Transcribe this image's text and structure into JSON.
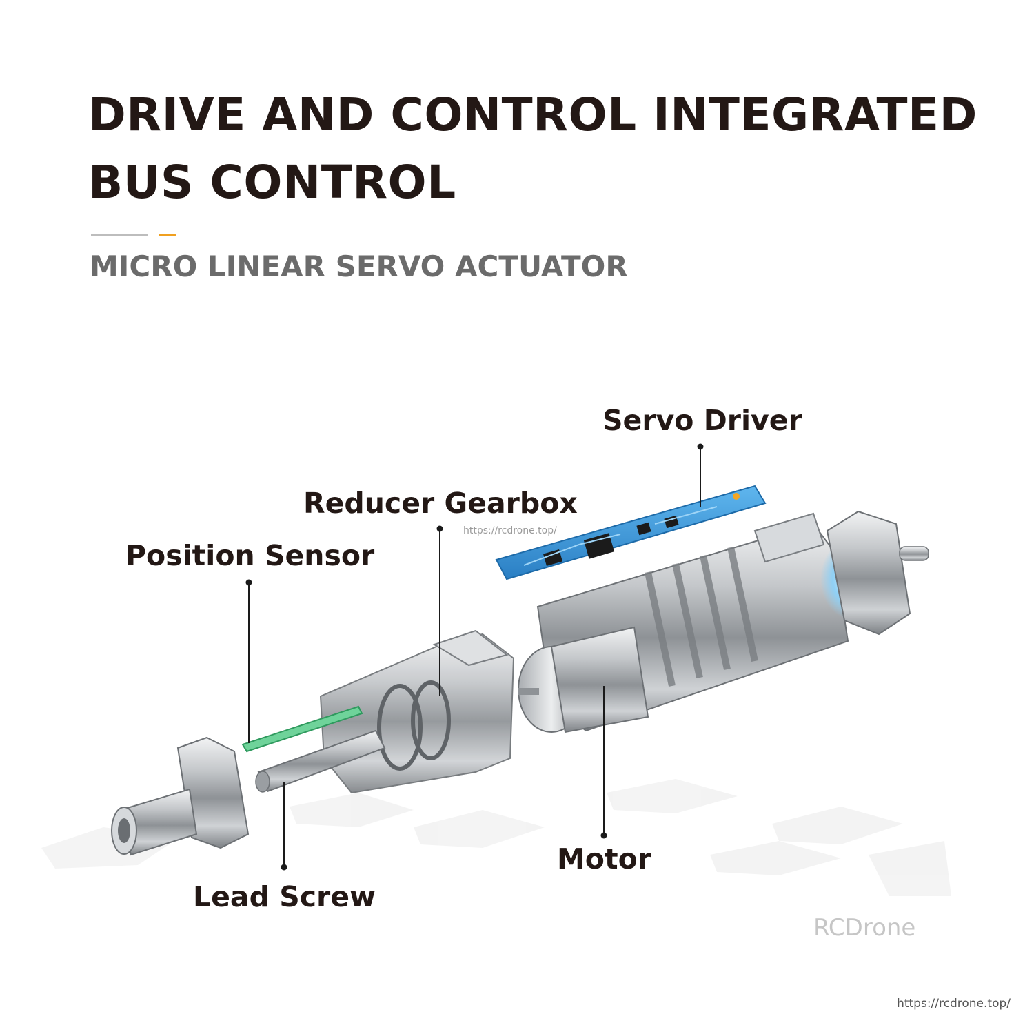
{
  "header": {
    "title_line1": "DRIVE AND CONTROL INTEGRATED",
    "title_line2": "BUS CONTROL",
    "subtitle": "MICRO LINEAR SERVO ACTUATOR"
  },
  "colors": {
    "title": "#231815",
    "subtitle": "#6b6b6b",
    "divider_gray": "#bdbdbd",
    "divider_accent": "#f0a020",
    "pcb_blue": "#2f8fd6",
    "metal": "#b9bcc0"
  },
  "labels": {
    "servo_driver": "Servo Driver",
    "reducer_gearbox": "Reducer Gearbox",
    "position_sensor": "Position Sensor",
    "motor": "Motor",
    "lead_screw": "Lead Screw"
  },
  "watermarks": {
    "center_url": "https://rcdrone.top/",
    "brand": "RCDrone",
    "footer_url": "https://rcdrone.top/"
  }
}
